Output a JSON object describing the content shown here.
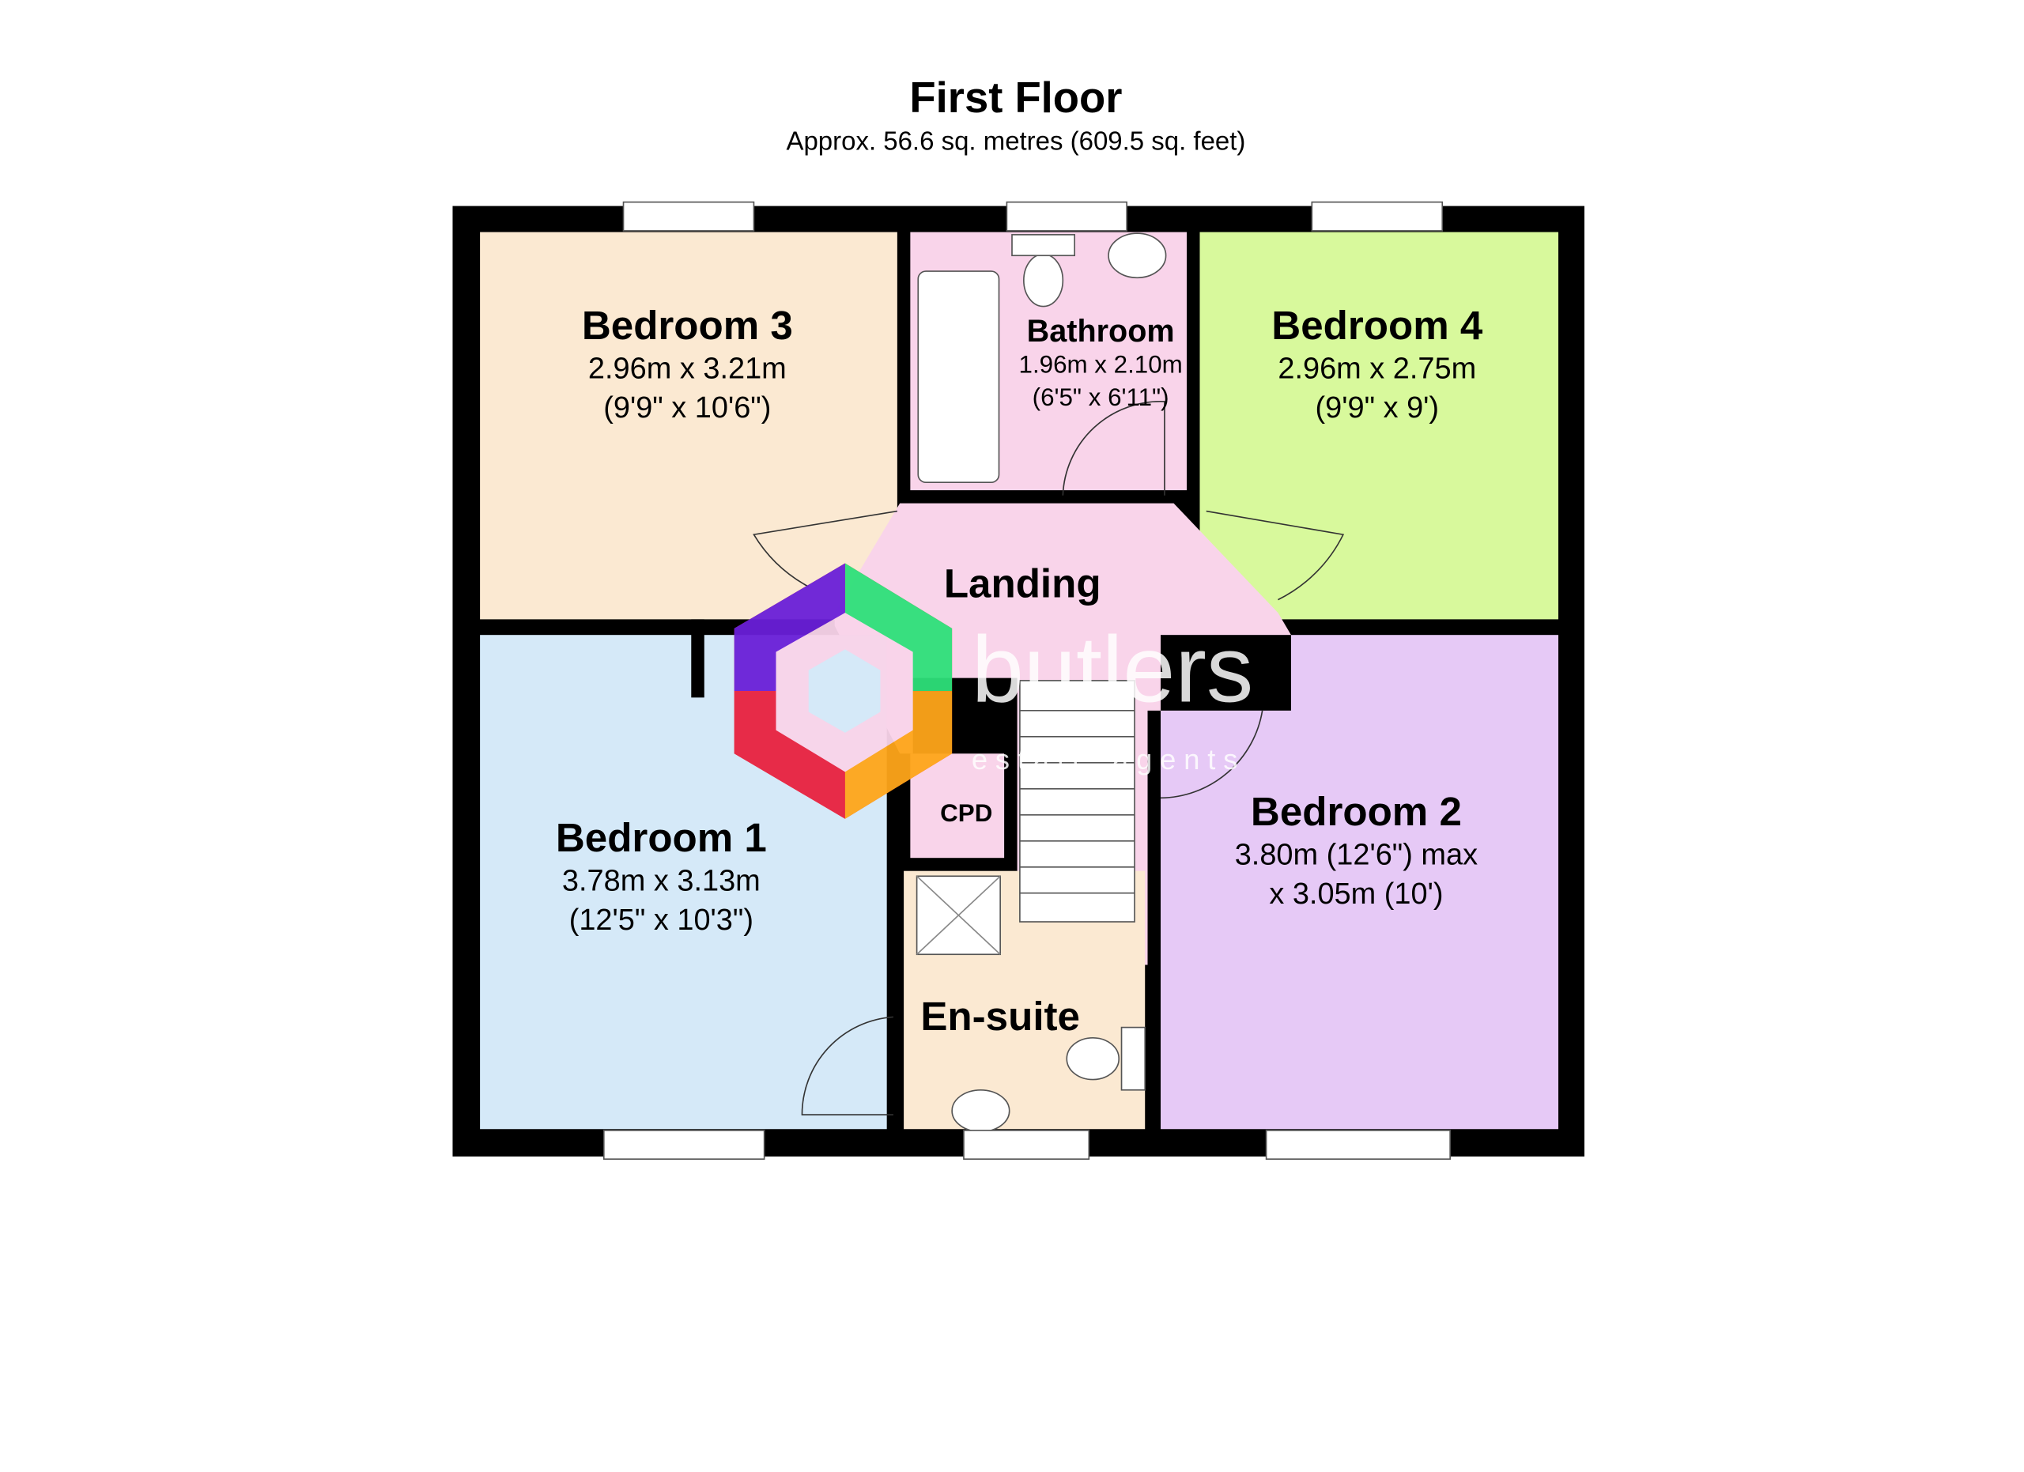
{
  "header": {
    "title": "First Floor",
    "subtitle": "Approx. 56.6 sq. metres (609.5 sq. feet)"
  },
  "rooms": {
    "bedroom3": {
      "name": "Bedroom 3",
      "metric": "2.96m x 3.21m",
      "imperial": "(9'9\" x 10'6\")",
      "color": "#fbe9d2"
    },
    "bathroom": {
      "name": "Bathroom",
      "metric": "1.96m x 2.10m",
      "imperial": "(6'5\" x 6'11\")",
      "color": "#f9d4ea"
    },
    "bedroom4": {
      "name": "Bedroom 4",
      "metric": "2.96m x 2.75m",
      "imperial": "(9'9\" x 9')",
      "color": "#d8f99c"
    },
    "landing": {
      "name": "Landing",
      "color": "#f9d4ea"
    },
    "bedroom1": {
      "name": "Bedroom 1",
      "metric": "3.78m x 3.13m",
      "imperial": "(12'5\" x 10'3\")",
      "color": "#d5e9f8"
    },
    "cpd": {
      "name": "CPD",
      "color": "#f9d4ea"
    },
    "bedroom2": {
      "name": "Bedroom 2",
      "metric": "3.80m (12'6\") max",
      "imperial": "x 3.05m (10')",
      "color": "#e6c9f6"
    },
    "ensuite": {
      "name": "En-suite",
      "color": "#fbe9d2"
    }
  },
  "watermark": {
    "brand": "butlers",
    "tagline": "estate agents"
  }
}
